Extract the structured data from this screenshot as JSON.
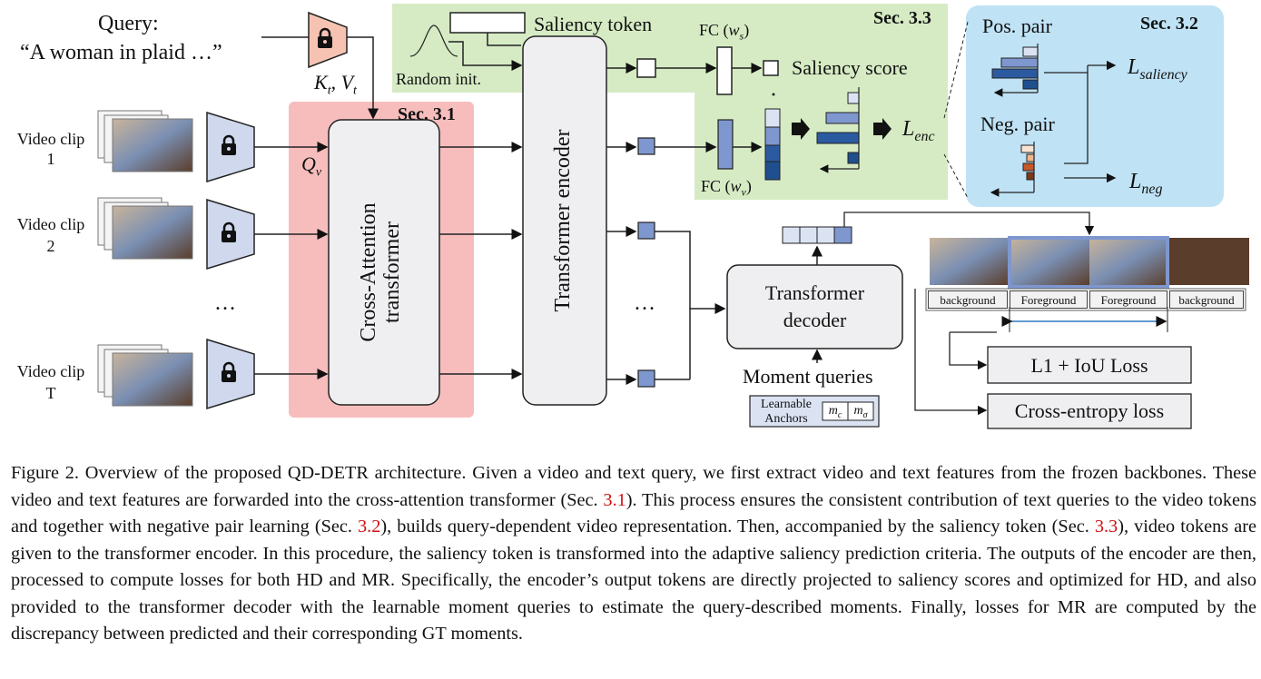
{
  "figure": {
    "query_label": "Query:",
    "query_text": "“A woman in plaid …”",
    "kv_label": "K_t, V_t",
    "qv_label": "Q_v",
    "video_clips": [
      {
        "label": "Video clip",
        "index": "1"
      },
      {
        "label": "Video clip",
        "index": "2"
      },
      {
        "label": "Video clip",
        "index": "T"
      }
    ],
    "ellipsis": "…",
    "lock_icon": "lock-icon",
    "sec31": "Sec. 3.1",
    "sec32": "Sec. 3.2",
    "sec33": "Sec. 3.3",
    "cross_attention_label": [
      "Cross-Attention",
      "transformer"
    ],
    "encoder_label": "Transformer encoder",
    "saliency_token": "Saliency token",
    "random_init": "Random init.",
    "fc_s": "FC (w_s)",
    "fc_v": "FC (w_v)",
    "saliency_score": "Saliency score",
    "l_enc": "L_enc",
    "pos_pair": "Pos. pair",
    "neg_pair": "Neg. pair",
    "l_saliency": "L_saliency",
    "l_neg": "L_neg",
    "decoder_label": [
      "Transformer",
      "decoder"
    ],
    "moment_queries": "Moment queries",
    "learnable_anchors": [
      "Learnable",
      "Anchors"
    ],
    "m_c": "m_c",
    "m_sigma": "m_σ",
    "segment_tags": [
      "background",
      "Foreground",
      "Foreground",
      "background"
    ],
    "l1_iou": "L1 + IoU Loss",
    "cross_entropy": "Cross-entropy loss",
    "colors": {
      "red_panel": "#f7bdbd",
      "green_panel": "#d6ebc4",
      "blue_panel": "#bfe2f5",
      "token_blue": "#7f97cf",
      "dark_blue": "#1f4f8f",
      "light_blue": "#dbe3f3",
      "box_fill": "#efeff1"
    }
  },
  "caption": {
    "prefix": "Figure 2. Overview of the proposed QD-DETR architecture. Given a video and text query, we first extract video and text features from the frozen backbones. These video and text features are forwarded into the cross-attention transformer (Sec. ",
    "ref1": "3.1",
    "mid1": "). This process ensures the consistent contribution of text queries to the video tokens and together with negative pair learning (Sec. ",
    "ref2": "3.2",
    "mid2": "), builds query-dependent video representation. Then, accompanied by the saliency token (Sec. ",
    "ref3": "3.3",
    "suffix": "), video tokens are given to the transformer encoder. In this procedure, the saliency token is transformed into the adaptive saliency prediction criteria. The outputs of the encoder are then, processed to compute losses for both HD and MR. Specifically, the encoder’s output tokens are directly projected to saliency scores and optimized for HD, and also provided to the transformer decoder with the learnable moment queries to estimate the query-described moments. Finally, losses for MR are computed by the discrepancy between predicted and their corresponding GT moments."
  }
}
